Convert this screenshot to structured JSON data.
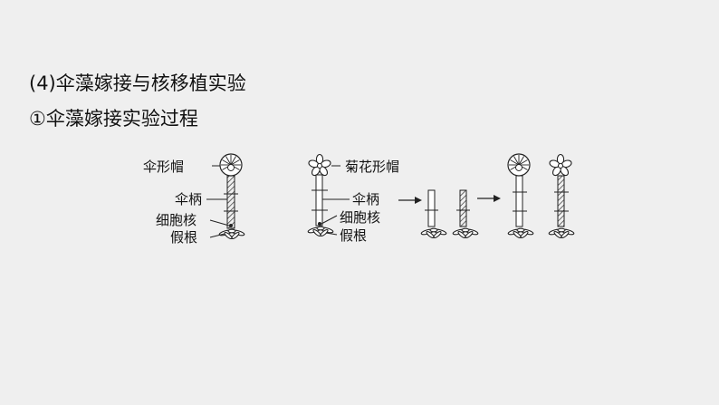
{
  "section": {
    "title": "(4)伞藻嫁接与核移植实验",
    "subtitle": "①伞藻嫁接实验过程"
  },
  "diagram": {
    "left_labels": {
      "cap": "伞形帽",
      "stalk": "伞柄",
      "nucleus": "细胞核",
      "rhizoid": "假根"
    },
    "right_labels": {
      "cap": "菊花形帽",
      "stalk": "伞柄",
      "nucleus": "细胞核",
      "rhizoid": "假根"
    }
  }
}
